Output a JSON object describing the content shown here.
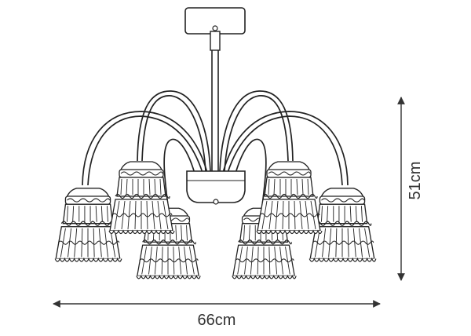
{
  "product": {
    "kind": "chandelier-line-drawing",
    "arm_count": 6,
    "shade_style": "ruffled-glass"
  },
  "dimensions": {
    "width_label": "66cm",
    "height_label": "51cm"
  },
  "colors": {
    "line": "#222222",
    "dimension_line": "#333333",
    "background": "#ffffff"
  }
}
